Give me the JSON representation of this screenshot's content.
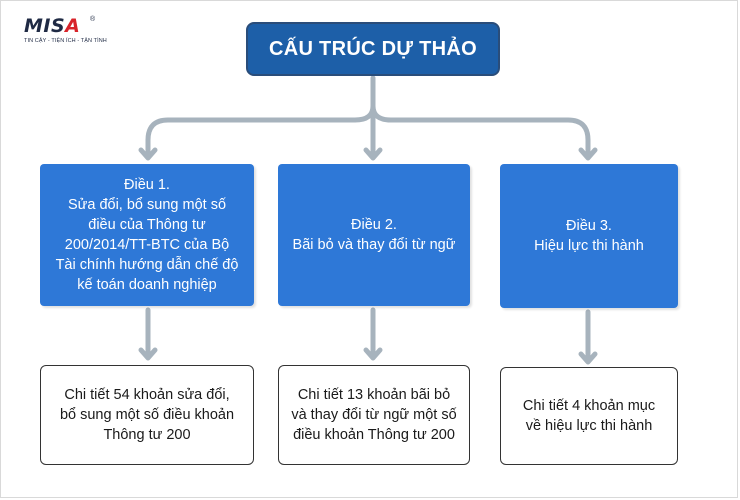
{
  "logo": {
    "brand_main": "MIS",
    "brand_accent": "A",
    "registered": "®",
    "tagline": "TIN CẬY - TIỆN ÍCH - TẬN TÌNH"
  },
  "title": "CẤU TRÚC DỰ THẢO",
  "articles": [
    {
      "label": "Điều 1.\nSửa đổi, bổ sung một số\nđiều của Thông tư\n200/2014/TT-BTC của Bộ\nTài chính hướng dẫn chế độ\nkế toán doanh nghiệp",
      "detail": "Chi tiết 54 khoản sửa đổi,\nbổ sung một số điều khoản\nThông tư 200"
    },
    {
      "label": "Điều 2.\nBãi bỏ và thay đổi từ ngữ",
      "detail": "Chi tiết 13 khoản bãi bỏ\nvà thay đổi từ ngữ một số\nđiều khoản Thông tư 200"
    },
    {
      "label": "Điều 3.\nHiệu lực thi hành",
      "detail": "Chi tiết 4 khoản mục\nvề hiệu lực thi hành"
    }
  ],
  "colors": {
    "title_fill": "#1d5fa8",
    "article_fill": "#2e78d7",
    "connector": "#a7b3bd",
    "logo_accent": "#d8232a"
  }
}
